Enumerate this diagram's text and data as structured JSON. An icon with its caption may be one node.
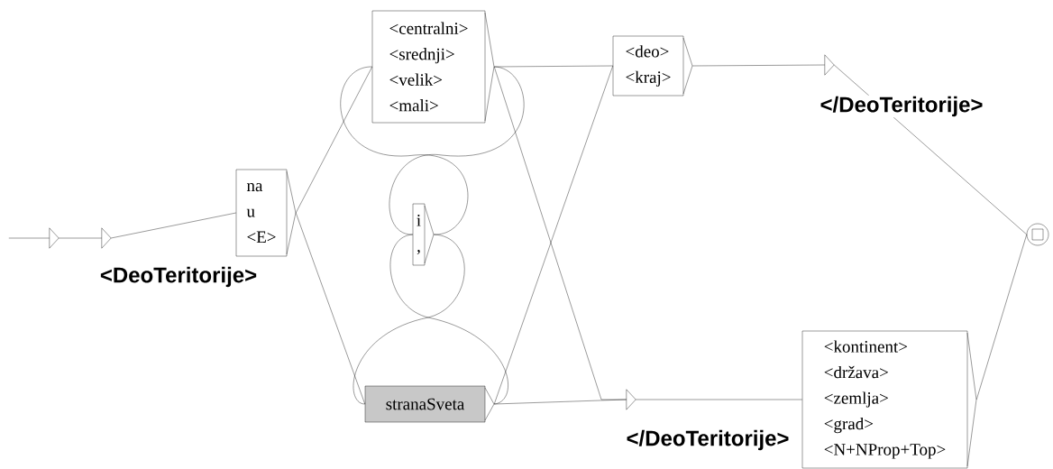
{
  "diagram": {
    "nodes": [
      {
        "text": [],
        "shape": "triangle"
      },
      {
        "text": [],
        "shape": "triangle",
        "beside": [
          "<DeoTeritorije>"
        ]
      },
      {
        "text": [
          "na",
          "u",
          "<E>"
        ]
      },
      {
        "text": [
          "<centralni>",
          "<srednji>",
          "<velik>",
          "<mali>"
        ]
      },
      {
        "text": [
          "i",
          ","
        ]
      },
      {
        "text": [
          "stranaSveta"
        ]
      },
      {
        "text": [
          "<deo>",
          "<kraj>"
        ]
      },
      {
        "text": [],
        "shape": "triangle",
        "beside": [
          "</DeoTeritorije>"
        ]
      },
      {
        "text": [],
        "shape": "triangle",
        "beside": [
          "</DeoTeritorije>"
        ]
      },
      {
        "text": [
          "<kontinent>",
          "<država>",
          "<zemlja>",
          "<grad>",
          "<N+NProp+Top>"
        ]
      },
      {
        "text": [],
        "shape": "circle"
      }
    ],
    "edges": [
      {
        "from": null,
        "to": 0,
        "arrow": "none"
      },
      {
        "from": 0,
        "to": 1,
        "arrow": "none"
      },
      {
        "from": 1,
        "to": 2,
        "arrow": "none"
      },
      {
        "from": 2,
        "to": 3,
        "arrow": "none"
      },
      {
        "from": 2,
        "to": 5,
        "arrow": "none"
      },
      {
        "from": 3,
        "to": 4,
        "arrow": "none"
      },
      {
        "from": 4,
        "to": 3,
        "arrow": "none"
      },
      {
        "from": 3,
        "to": 6,
        "arrow": "none"
      },
      {
        "from": 3,
        "to": 8,
        "arrow": "none"
      },
      {
        "from": 4,
        "to": 5,
        "arrow": "none"
      },
      {
        "from": 5,
        "to": 4,
        "arrow": "none"
      },
      {
        "from": 5,
        "to": 6,
        "arrow": "none"
      },
      {
        "from": 5,
        "to": 8,
        "arrow": "none"
      },
      {
        "from": 6,
        "to": 7,
        "arrow": "none"
      },
      {
        "from": 7,
        "to": 10,
        "arrow": "none"
      },
      {
        "from": 8,
        "to": 9,
        "arrow": "none"
      },
      {
        "from": 9,
        "to": 10,
        "arrow": "none"
      }
    ]
  }
}
